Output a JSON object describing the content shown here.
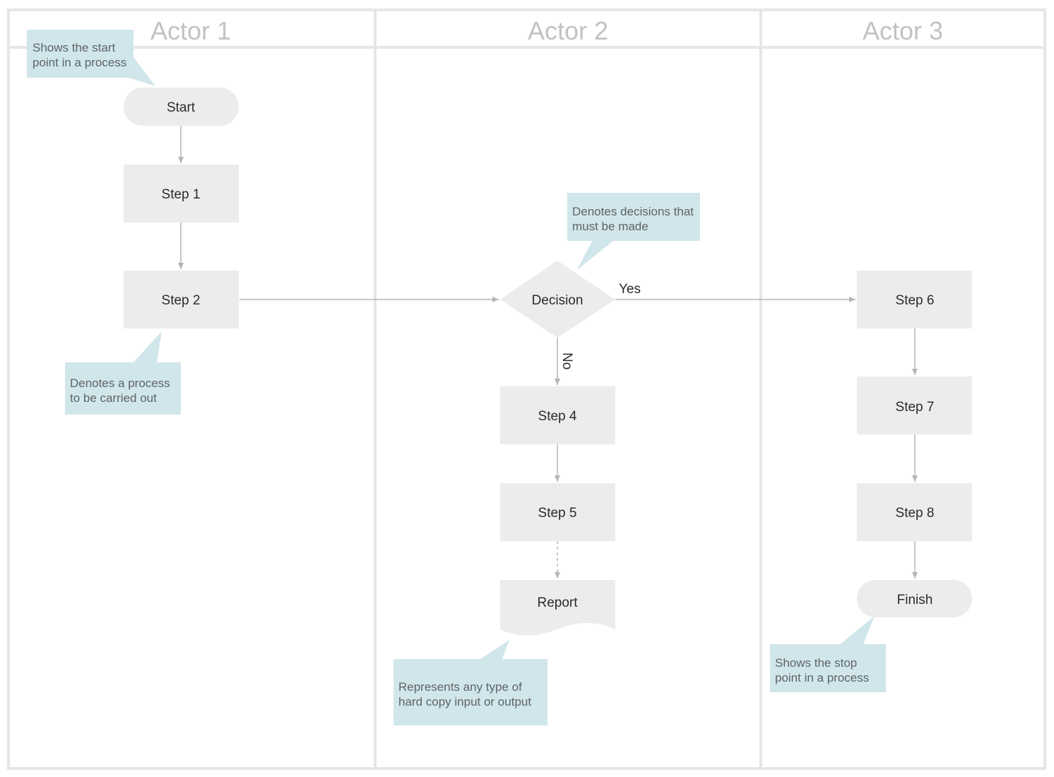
{
  "lanes": [
    "Actor 1",
    "Actor 2",
    "Actor 3"
  ],
  "nodes": {
    "start": "Start",
    "step1": "Step 1",
    "step2": "Step 2",
    "decision": "Decision",
    "step4": "Step 4",
    "step5": "Step 5",
    "report": "Report",
    "step6": "Step 6",
    "step7": "Step 7",
    "step8": "Step 8",
    "finish": "Finish"
  },
  "edges": {
    "yes": "Yes",
    "no": "No"
  },
  "callouts": {
    "start": [
      "Shows the start",
      "point in a process"
    ],
    "process": [
      "Denotes a process",
      "to be carried out"
    ],
    "decision": [
      "Denotes decisions that",
      "must be made"
    ],
    "report": [
      "Represents any type of",
      "hard copy input or output"
    ],
    "finish": [
      "Shows the stop",
      "point in a process"
    ]
  },
  "colors": {
    "lane_border": "#e6e6e6",
    "lane_title": "#c2c2c2",
    "node_fill": "#ececec",
    "connector": "#b5b5b5",
    "callout_fill": "#d0e6ea",
    "callout_text": "#5f6468",
    "node_text": "#2b2b2b"
  }
}
